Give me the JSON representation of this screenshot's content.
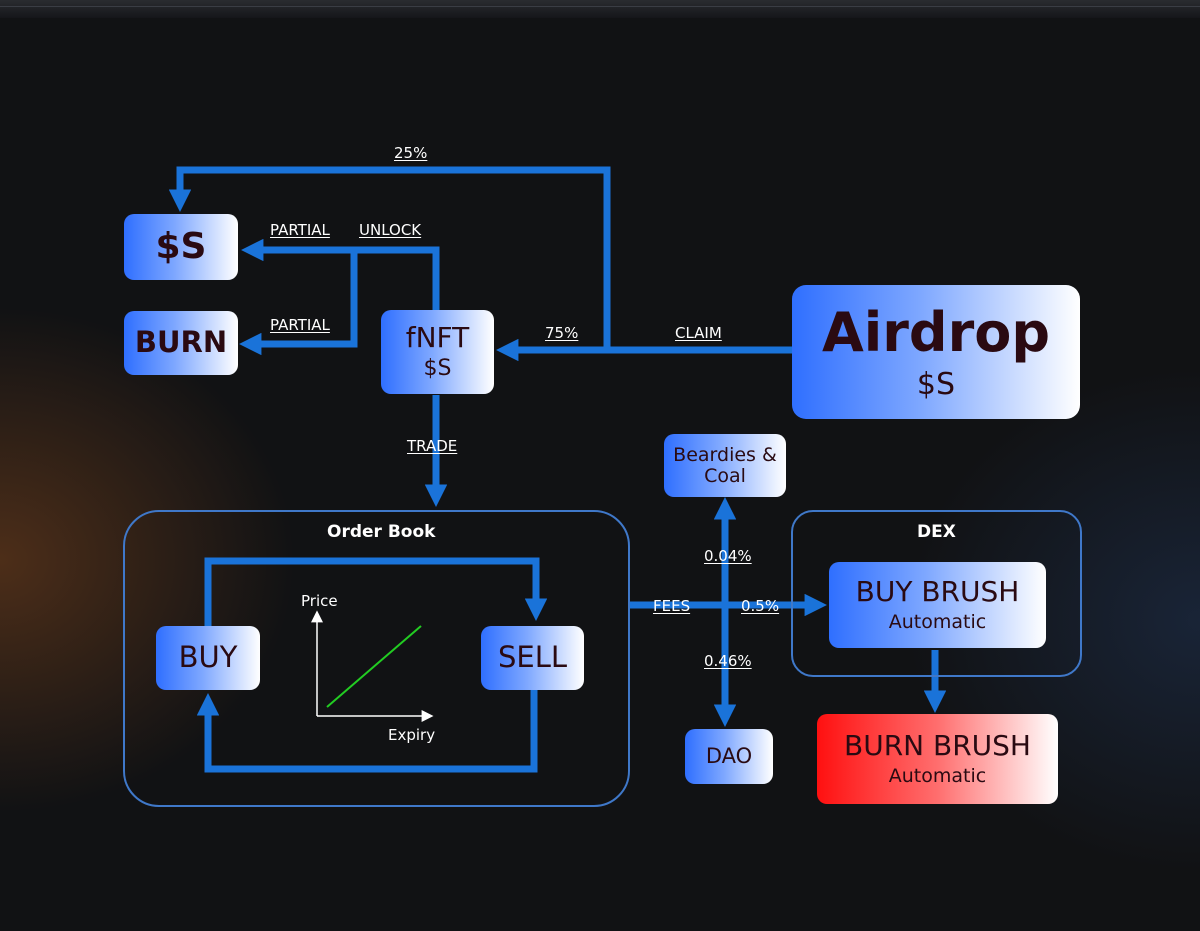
{
  "nodes": {
    "s_token": {
      "label": "$S"
    },
    "burn": {
      "label": "BURN"
    },
    "fnft": {
      "label": "fNFT",
      "sub": "$S"
    },
    "airdrop": {
      "label": "Airdrop",
      "sub": "$S"
    },
    "beardies": {
      "label": "Beardies & Coal"
    },
    "dao": {
      "label": "DAO"
    },
    "buy": {
      "label": "BUY"
    },
    "sell": {
      "label": "SELL"
    },
    "buy_brush": {
      "label": "BUY BRUSH",
      "sub": "Automatic"
    },
    "burn_brush": {
      "label": "BURN BRUSH",
      "sub": "Automatic"
    }
  },
  "groups": {
    "order_book": {
      "title": "Order Book"
    },
    "dex": {
      "title": "DEX"
    }
  },
  "edges": {
    "top_25": "25%",
    "partial_top": "PARTIAL",
    "unlock": "UNLOCK",
    "partial_burn": "PARTIAL",
    "pct_75": "75%",
    "claim": "CLAIM",
    "trade": "TRADE",
    "fees": "FEES",
    "pct_004": "0.04%",
    "pct_05": "0.5%",
    "pct_046": "0.46%"
  },
  "mini_chart": {
    "ylabel": "Price",
    "xlabel": "Expiry",
    "line_color": "#22cc22"
  },
  "colors": {
    "arrow": "#1a73d9",
    "frame": "#3f78c9",
    "background": "#111214"
  }
}
